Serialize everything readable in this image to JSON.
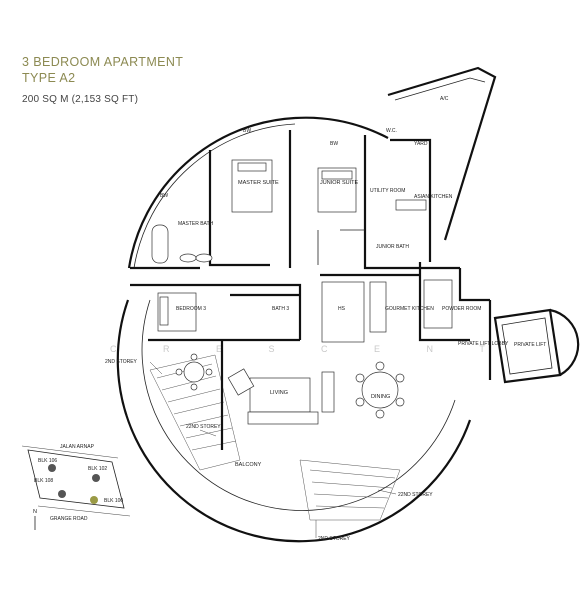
{
  "header": {
    "title_line1": "3 BEDROOM APARTMENT",
    "title_line2": "TYPE A2",
    "area": "200 SQ M (2,153 SQ FT)"
  },
  "watermark": "C R E S C E N T",
  "rooms": {
    "master_suite": "MASTER SUITE",
    "master_bath": "MASTER BATH",
    "junior_suite": "JUNIOR SUITE",
    "junior_bath": "JUNIOR BATH",
    "utility_room": "UTILITY ROOM",
    "asian_kitchen": "ASIAN KITCHEN",
    "wc": "W.C.",
    "yard": "YARD",
    "ac": "A/C",
    "bedroom3": "BEDROOM 3",
    "bath3": "BATH 3",
    "hs": "HS",
    "gourmet_kitchen": "GOURMET KITCHEN",
    "powder_room": "POWDER ROOM",
    "private_lift_lobby": "PRIVATE LIFT LOBBY",
    "private_lift": "PRIVATE LIFT",
    "living": "LIVING",
    "dining": "DINING",
    "balcony": "BALCONY",
    "bw1": "BW",
    "bw2": "BW",
    "bw3": "BW"
  },
  "annotations": {
    "second_storey_left": "2ND STOREY",
    "second_storey_mid": "22ND STOREY",
    "second_storey_right": "22ND STOREY",
    "second_storey_bottom": "2ND STOREY"
  },
  "keyplan": {
    "road_top": "JALAN ARNAP",
    "road_bottom": "GRANGE ROAD",
    "blocks": [
      "BLK 106",
      "BLK 102",
      "BLK 108",
      "BLK 100"
    ],
    "north": "N"
  }
}
